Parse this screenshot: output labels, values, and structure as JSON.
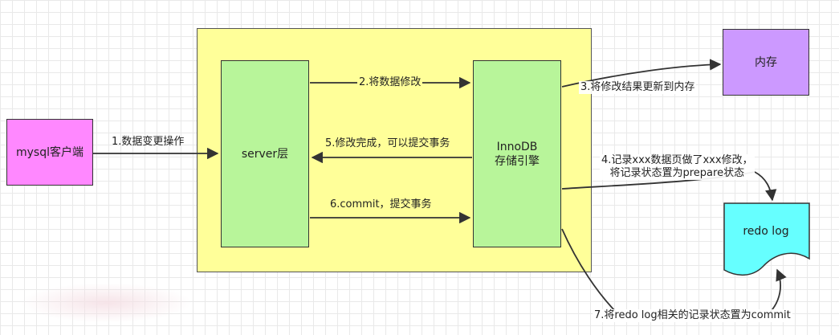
{
  "nodes": {
    "client": "mysql客户端",
    "server": "server层",
    "innodb_line1": "InnoDB",
    "innodb_line2": "存储引擎",
    "memory": "内存",
    "redo_log": "redo log"
  },
  "steps": {
    "s1": "1.数据变更操作",
    "s2": "2.将数据修改",
    "s3": "3.将修改结果更新到内存",
    "s4_line1": "4.记录xxx数据页做了xxx修改，",
    "s4_line2": "将记录状态置为prepare状态",
    "s5": "5.修改完成，可以提交事务",
    "s6": "6.commit，提交事务",
    "s7": "7.将redo log相关的记录状态置为commit"
  },
  "colors": {
    "container": "#ffff99",
    "client": "#ff88ff",
    "layer": "#b8f59a",
    "memory": "#cc99ff",
    "redo_log": "#66ffff"
  }
}
